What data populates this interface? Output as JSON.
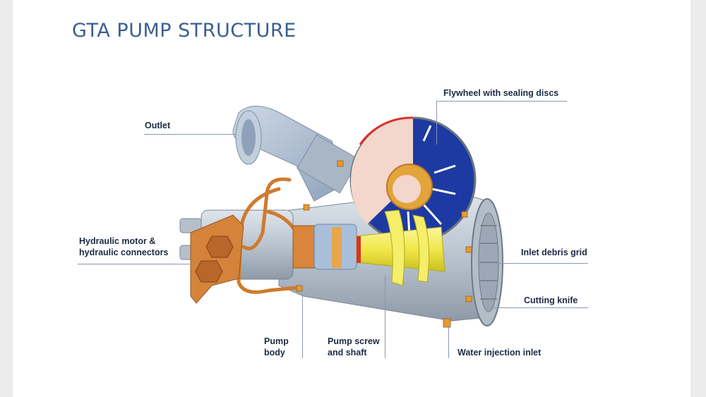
{
  "title": "GTA PUMP STRUCTURE",
  "labels": {
    "outlet": "Outlet",
    "flywheel": "Flywheel with sealing discs",
    "hydraulic_line1": "Hydraulic motor &",
    "hydraulic_line2": "hydraulic connectors",
    "inlet_grid": "Inlet debris grid",
    "cutting_knife": "Cutting knife",
    "pump_body_line1": "Pump",
    "pump_body_line2": "body",
    "pump_screw_line1": "Pump screw",
    "pump_screw_line2": "and shaft",
    "water_injection": "Water injection inlet"
  },
  "colors": {
    "title": "#3a5f8f",
    "label": "#1d2a44",
    "metal": "#b9c4cf",
    "screw": "#f0e84a",
    "flywheel_blue": "#1d3aa3",
    "flywheel_pink": "#f3d6cc",
    "copper": "#cf7a2e",
    "accent_red": "#d8322b"
  }
}
